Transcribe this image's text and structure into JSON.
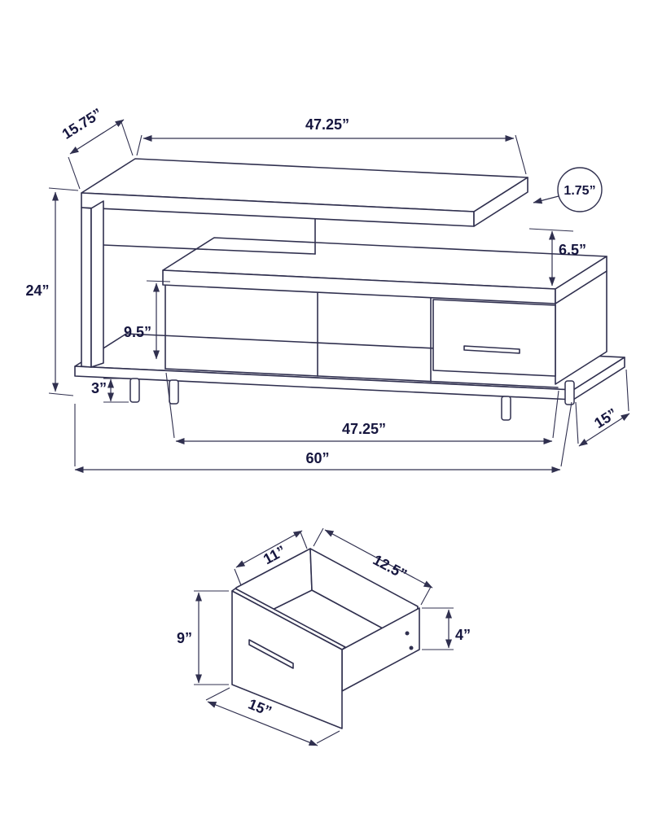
{
  "palette": {
    "line": "#30304f",
    "label": "#16163f",
    "background": "#ffffff"
  },
  "tv_stand": {
    "label": "tv-stand-dimension-drawing",
    "dims": {
      "top_depth": "15.75”",
      "top_width": "47.25”",
      "shelf_thickness": "1.75”",
      "shelf_gap": "6.5”",
      "overall_height": "24”",
      "opening_height": "9.5”",
      "leg_height": "3”",
      "cabinet_width": "47.25”",
      "side_depth": "15”",
      "overall_width": "60”"
    }
  },
  "drawer": {
    "label": "drawer-dimension-drawing",
    "dims": {
      "interior_depth": "11”",
      "interior_width": "12.5”",
      "front_height": "9”",
      "side_height": "4”",
      "front_width": "15”"
    }
  }
}
